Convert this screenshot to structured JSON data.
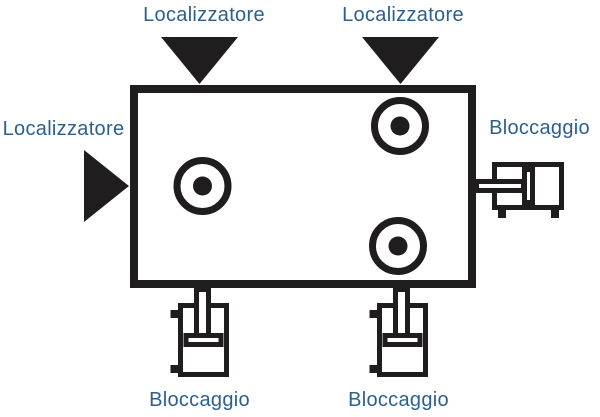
{
  "diagram": {
    "labels": {
      "locator_top_left": "Localizzatore",
      "locator_top_right": "Localizzatore",
      "locator_left": "Localizzatore",
      "clamp_right": "Bloccaggio",
      "clamp_bottom_left": "Bloccaggio",
      "clamp_bottom_right": "Bloccaggio"
    },
    "colors": {
      "shape": "#1f1d1d",
      "label": "#2d5f8e",
      "background": "#ffffff"
    }
  }
}
